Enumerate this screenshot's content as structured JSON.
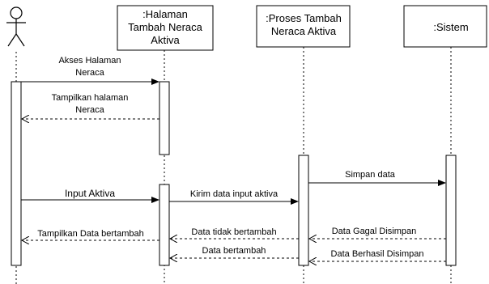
{
  "participants": {
    "actor": {
      "name": ""
    },
    "halaman": {
      "line1": ":Halaman",
      "line2": "Tambah Neraca",
      "line3": "Aktiva"
    },
    "proses": {
      "line1": ":Proses Tambah",
      "line2": "Neraca Aktiva"
    },
    "sistem": {
      "line1": ":Sistem"
    }
  },
  "messages": {
    "m1": {
      "line1": "Akses Halaman",
      "line2": "Neraca"
    },
    "m2": {
      "line1": "Tampilkan halaman",
      "line2": "Neraca"
    },
    "m3": {
      "label": "Input Aktiva"
    },
    "m4": {
      "label": "Kirim data input aktiva"
    },
    "m5": {
      "label": "Simpan data"
    },
    "m6": {
      "label": "Data tidak bertambah"
    },
    "m7": {
      "label": "Data Gagal Disimpan"
    },
    "m8": {
      "label": "Tampilkan Data bertambah"
    },
    "m9": {
      "label": "Data bertambah"
    },
    "m10": {
      "label": "Data Berhasil Disimpan"
    }
  }
}
